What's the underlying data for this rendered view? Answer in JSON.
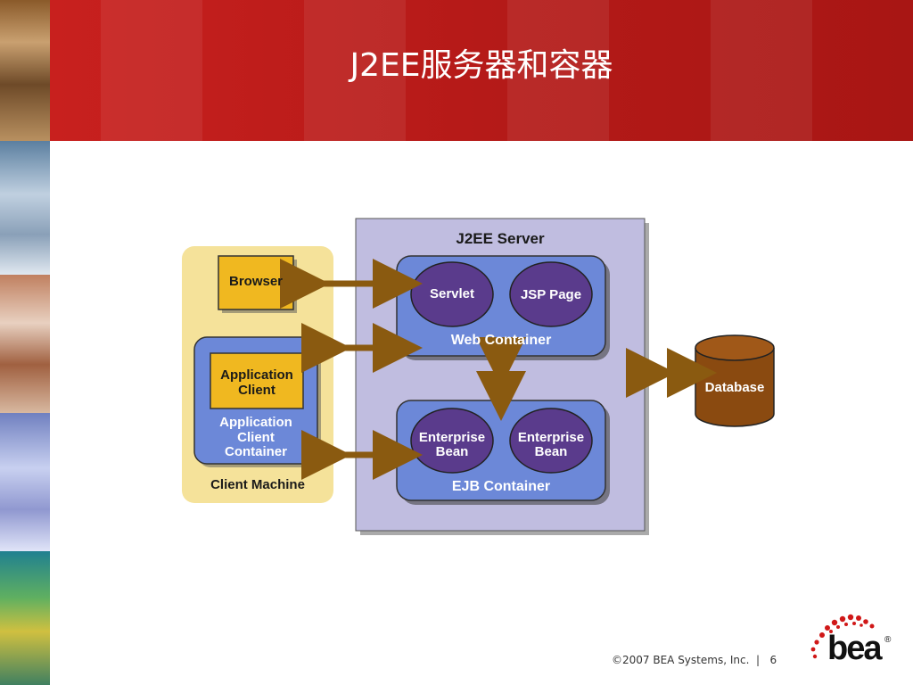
{
  "slide": {
    "title": "J2EE服务器和容器",
    "footer": "©2007 BEA Systems, Inc.  |   6",
    "logo": "bea",
    "logo_mark": "®"
  },
  "diagram": {
    "server_title": "J2EE Server",
    "client_machine": "Client Machine",
    "browser": "Browser",
    "application_client": [
      "Application",
      "Client"
    ],
    "application_client_container": [
      "Application",
      "Client",
      "Container"
    ],
    "web_container": "Web Container",
    "servlet": "Servlet",
    "jsp_page": "JSP Page",
    "ejb_container": "EJB Container",
    "enterprise_bean_1": [
      "Enterprise",
      "Bean"
    ],
    "enterprise_bean_2": [
      "Enterprise",
      "Bean"
    ],
    "database": "Database"
  },
  "colors": {
    "banner_red": "#b51a18",
    "client_yellow": "#f5e29a",
    "box_gold": "#f0b820",
    "server_lavender": "#c0bde0",
    "container_blue": "#6c88d8",
    "component_purple": "#5a3b8c",
    "arrow_brown": "#8a5a10",
    "database_brown": "#8a4a10"
  }
}
